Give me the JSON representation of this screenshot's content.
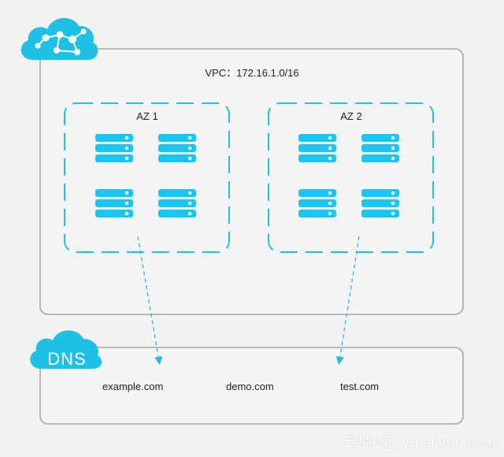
{
  "vpc": {
    "label": "VPC：172.16.1.0/16"
  },
  "zones": [
    {
      "label": "AZ 1"
    },
    {
      "label": "AZ 2"
    }
  ],
  "dns": {
    "badge": "DNS",
    "domains": [
      "example.com",
      "demo.com",
      "test.com"
    ]
  },
  "watermark": "云栖社区 yq.aliyun.com",
  "colors": {
    "accent": "#1ec0e6",
    "server": "#18c6f4",
    "border": "#a8a8a8",
    "arrow": "#2ab8d8"
  },
  "icons": {
    "vpc_cloud": "cloud-network-icon",
    "dns_cloud": "cloud-icon",
    "server": "server-rack-icon"
  }
}
